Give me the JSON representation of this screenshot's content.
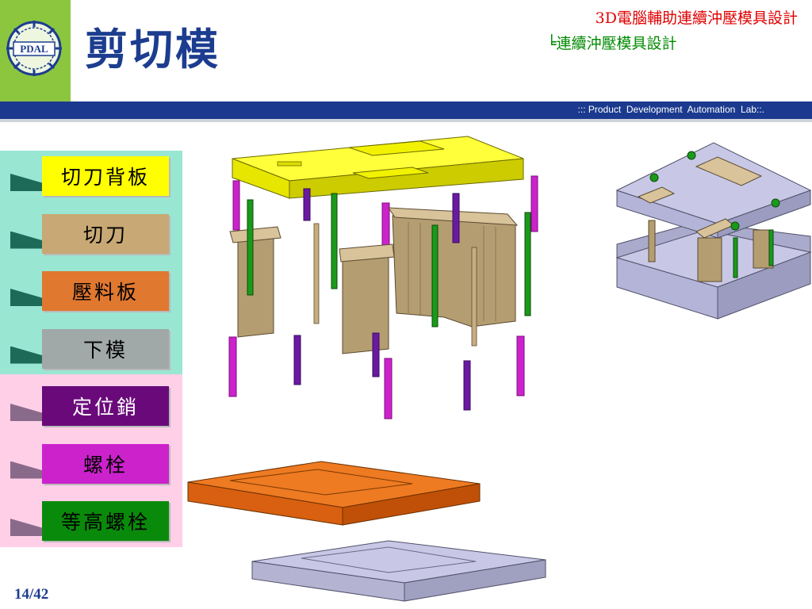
{
  "header": {
    "title": "剪切模",
    "course": "3D電腦輔助連續沖壓模具設計",
    "subtitle": "╘連續沖壓模具設計",
    "lab": "::: Product  Development  Automation  Lab::.",
    "logo_text": "PDAL"
  },
  "legend": {
    "items": [
      {
        "label": "切刀背板",
        "color": "#ffff00",
        "text_color": "#000000"
      },
      {
        "label": "切刀",
        "color": "#c8a874",
        "text_color": "#000000"
      },
      {
        "label": "壓料板",
        "color": "#e07830",
        "text_color": "#000000"
      },
      {
        "label": "下模",
        "color": "#a0a8a8",
        "text_color": "#000000"
      },
      {
        "label": "定位銷",
        "color": "#6a0a7a",
        "text_color": "#ffffff"
      },
      {
        "label": "螺栓",
        "color": "#cc22cc",
        "text_color": "#000000"
      },
      {
        "label": "等高螺栓",
        "color": "#0a8a0a",
        "text_color": "#000000"
      }
    ]
  },
  "footer": {
    "page": "14/42"
  },
  "colors": {
    "accent_blue": "#1c3d8f",
    "logo_green": "#8cc63f",
    "legend_green_bg": "#99e6d3",
    "legend_pink_bg": "#ffcfe8"
  }
}
